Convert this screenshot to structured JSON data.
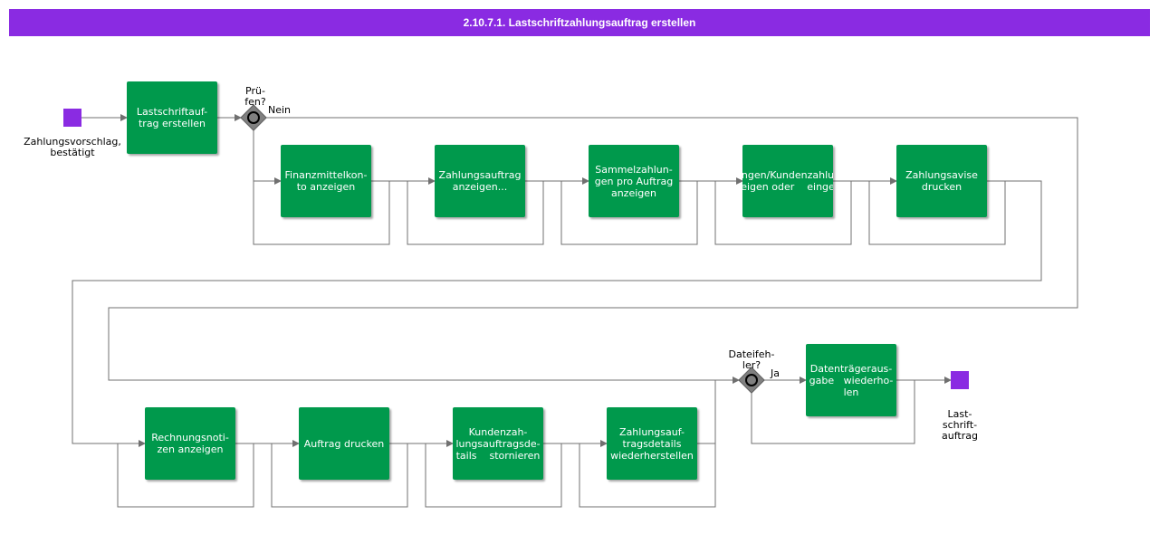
{
  "title": "2.10.7.1. Lastschriftzahlungsauftrag erstellen",
  "colors": {
    "header": "#8a2be2",
    "task": "#00994c",
    "event": "#8a2be2",
    "gateway": "#808080",
    "line": "#707070"
  },
  "events": {
    "start": {
      "label_line1": "Zahlungsvorschlag,",
      "label_line2": "bestätigt",
      "icon": "start-event-square"
    },
    "end": {
      "label_line1": "Last-",
      "label_line2": "schrift-",
      "label_line3": "auftrag",
      "icon": "end-event-square"
    }
  },
  "gateways": {
    "pruefen": {
      "label_line1": "Prü-",
      "label_line2": "fen?",
      "no_label": "Nein",
      "icon": "gateway-diamond"
    },
    "dateifehler": {
      "label_line1": "Dateifeh-",
      "label_line2": "ler?",
      "yes_label": "Ja",
      "icon": "gateway-diamond"
    }
  },
  "tasks": {
    "t1": {
      "l1": "Lastschriftauf-",
      "l2": "trag erstellen"
    },
    "t2": {
      "l1": "Finanzmittelkon-",
      "l2": "to anzeigen"
    },
    "t3": {
      "l1": "Zahlungsauftrag",
      "l2": "anzeigen..."
    },
    "t4": {
      "l1": "Sammelzahlun-",
      "l2": "gen pro Auftrag",
      "l3": "anzeigen"
    },
    "t5": {
      "l1": "ngen/Kundenzahlu",
      "l2": "eigen oder    einge"
    },
    "t6": {
      "l1": "Zahlungsavise",
      "l2": "drucken"
    },
    "t7": {
      "l1": "Rechnungsnoti-",
      "l2": "zen anzeigen"
    },
    "t8": {
      "l1": "Auftrag drucken"
    },
    "t9": {
      "l1": "Kundenzah-",
      "l2": "lungsauftragsde-",
      "l3": "tails    stornieren"
    },
    "t10": {
      "l1": "Zahlungsauf-",
      "l2": "tragsdetails",
      "l3": "wiederherstellen"
    },
    "t11": {
      "l1": "Datenträgeraus-",
      "l2": "gabe   wiederho-",
      "l3": "len"
    }
  }
}
